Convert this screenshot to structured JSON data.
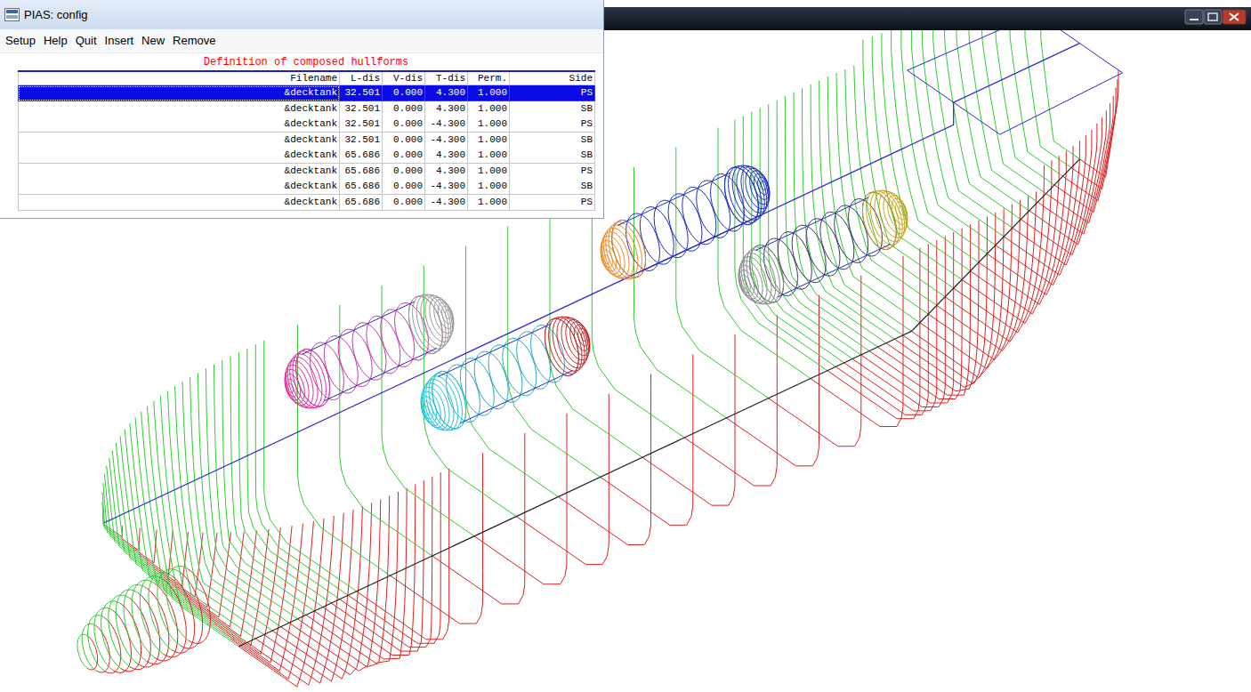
{
  "diagram": {
    "title": "Definition of composed hullforms",
    "labels": [
      "PIAS: config",
      "Setup",
      "Help",
      "Quit",
      "Insert",
      "New",
      "Remove",
      "Filename",
      "L-dis",
      "V-dis",
      "T-dis",
      "Perm.",
      "Side",
      "&decktank",
      "32.501",
      "0.000",
      "4.300",
      "1.000",
      "PS",
      "&decktank",
      "32.501",
      "0.000",
      "4.300",
      "1.000",
      "SB",
      "&decktank",
      "32.501",
      "0.000",
      "-4.300",
      "1.000",
      "PS",
      "&decktank",
      "32.501",
      "0.000",
      "-4.300",
      "1.000",
      "SB",
      "&decktank",
      "65.686",
      "0.000",
      "4.300",
      "1.000",
      "SB",
      "&decktank",
      "65.686",
      "0.000",
      "4.300",
      "1.000",
      "PS",
      "&decktank",
      "65.686",
      "0.000",
      "-4.300",
      "1.000",
      "SB",
      "&decktank",
      "65.686",
      "0.000",
      "-4.300",
      "1.000",
      "PS"
    ]
  }
}
